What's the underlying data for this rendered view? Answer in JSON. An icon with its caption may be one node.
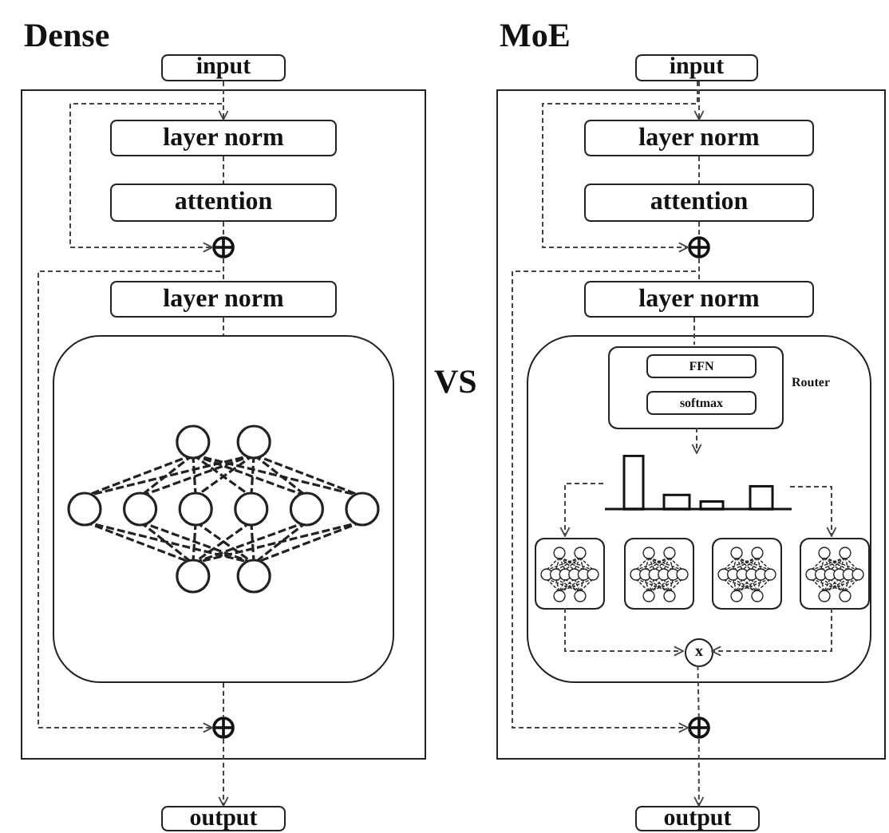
{
  "diagram": {
    "nodes": [
      {
        "text": [
          "Dense"
        ]
      },
      {
        "text": [
          "input"
        ]
      },
      {
        "text": [
          "layer norm"
        ],
        "in": 0
      },
      {
        "text": [
          "attention"
        ],
        "in": 0
      },
      {
        "text": [],
        "shape": "circle",
        "in": 0
      },
      {
        "text": [
          "layer norm"
        ],
        "in": 0
      },
      {
        "text": [],
        "shape": "box",
        "in": 0
      },
      {
        "text": [],
        "shape": "circle",
        "in": 0
      },
      {
        "text": [
          "output"
        ]
      },
      {
        "text": [
          "MoE"
        ]
      },
      {
        "text": [
          "input"
        ]
      },
      {
        "text": [
          "layer norm"
        ],
        "in": 9
      },
      {
        "text": [
          "attention"
        ],
        "in": 9
      },
      {
        "text": [],
        "shape": "circle",
        "in": 9
      },
      {
        "text": [
          "layer norm"
        ],
        "in": 9
      },
      {
        "text": [],
        "shape": "box",
        "in": 9
      },
      {
        "text": [
          "Router"
        ],
        "in": 15
      },
      {
        "text": [
          "FFN"
        ],
        "in": 16
      },
      {
        "text": [
          "softmax"
        ],
        "in": 16
      },
      {
        "text": [],
        "shape": "bar",
        "in": 15
      },
      {
        "text": [],
        "shape": "box",
        "in": 15
      },
      {
        "text": [],
        "shape": "box",
        "in": 15
      },
      {
        "text": [],
        "shape": "box",
        "in": 15
      },
      {
        "text": [],
        "shape": "box",
        "in": 15
      },
      {
        "text": [
          "x"
        ],
        "in": 15
      },
      {
        "text": [],
        "shape": "circle",
        "in": 9
      },
      {
        "text": [
          "output"
        ]
      }
    ],
    "edges": [
      {
        "from": 1,
        "to": 2,
        "arrow": "to",
        "style": "dashed"
      },
      {
        "from": 2,
        "to": 3,
        "arrow": "none",
        "style": "dashed"
      },
      {
        "from": 3,
        "to": 4,
        "arrow": "none",
        "style": "dashed"
      },
      {
        "from": 1,
        "to": 4,
        "arrow": "to",
        "style": "dashed"
      },
      {
        "from": 4,
        "to": 5,
        "arrow": "none",
        "style": "dashed"
      },
      {
        "from": 5,
        "to": 6,
        "arrow": "none",
        "style": "dashed"
      },
      {
        "from": 6,
        "to": 7,
        "arrow": "none",
        "style": "dashed"
      },
      {
        "from": 4,
        "to": 7,
        "arrow": "to",
        "style": "dashed"
      },
      {
        "from": 7,
        "to": 8,
        "arrow": "to",
        "style": "dashed"
      },
      {
        "from": 10,
        "to": 11,
        "arrow": "to",
        "style": "dashed"
      },
      {
        "from": 11,
        "to": 12,
        "arrow": "none",
        "style": "dashed"
      },
      {
        "from": 12,
        "to": 13,
        "arrow": "none",
        "style": "dashed"
      },
      {
        "from": 10,
        "to": 13,
        "arrow": "to",
        "style": "dashed"
      },
      {
        "from": 13,
        "to": 14,
        "arrow": "none",
        "style": "dashed"
      },
      {
        "from": 14,
        "to": 16,
        "arrow": "none",
        "style": "dashed"
      },
      {
        "from": 16,
        "to": 19,
        "arrow": "to",
        "style": "dashed"
      },
      {
        "from": 19,
        "to": 20,
        "arrow": "to",
        "style": "dashed"
      },
      {
        "from": 19,
        "to": 23,
        "arrow": "to",
        "style": "dashed"
      },
      {
        "from": 20,
        "to": 24,
        "arrow": "to",
        "style": "dashed"
      },
      {
        "from": 23,
        "to": 24,
        "arrow": "to",
        "style": "dashed"
      },
      {
        "from": 24,
        "to": 25,
        "arrow": "none",
        "style": "dashed"
      },
      {
        "from": 13,
        "to": 25,
        "arrow": "to",
        "style": "dashed"
      },
      {
        "from": 25,
        "to": 26,
        "arrow": "to",
        "style": "dashed"
      }
    ],
    "labels": [
      "VS"
    ]
  }
}
